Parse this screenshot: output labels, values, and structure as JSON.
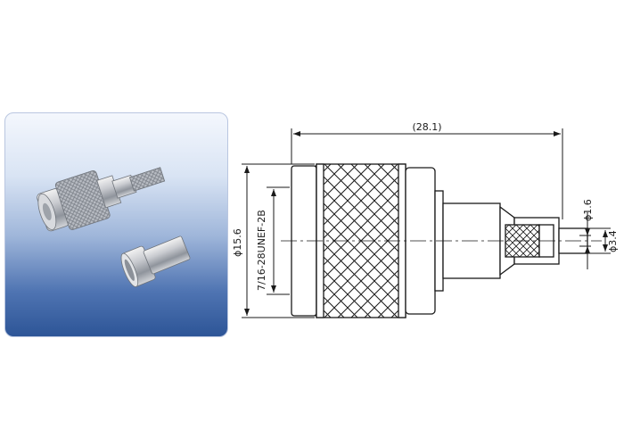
{
  "photo": {
    "subject": "connector-product-photo",
    "background_top": "#f4f7fd",
    "background_bottom": "#2d5597"
  },
  "drawing": {
    "overall_length": "(28.1)",
    "body_diameter": "ϕ15.6",
    "thread_spec": "7/16-28UNEF-2B",
    "pin_diameter": "ϕ1.6",
    "ferrule_diameter": "ϕ3.4",
    "line_color": "#1a1a1a"
  }
}
